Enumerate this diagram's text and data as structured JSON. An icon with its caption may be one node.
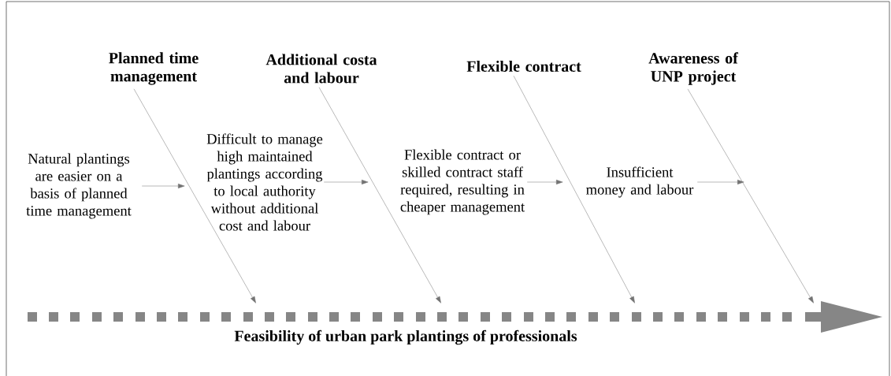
{
  "diagram": {
    "nodes": [
      {
        "text": [
          "Planned time management"
        ]
      },
      {
        "text": [
          "Additional costa and labour"
        ]
      },
      {
        "text": [
          "Flexible contract"
        ]
      },
      {
        "text": [
          "Awareness of UNP project"
        ]
      },
      {
        "text": [
          "Natural plantings are easier on a basis of planned time management"
        ]
      },
      {
        "text": [
          "Difficult to manage high maintained plantings according to local authority without additional cost and labour"
        ]
      },
      {
        "text": [
          "Flexible contract or skilled contract staff required, resulting in cheaper management"
        ]
      },
      {
        "text": [
          "Insufficient money and labour"
        ]
      }
    ],
    "edges": [
      {
        "from": 0,
        "to": null,
        "arrow": "to"
      },
      {
        "from": 1,
        "to": null,
        "arrow": "to"
      },
      {
        "from": 2,
        "to": null,
        "arrow": "to"
      },
      {
        "from": 3,
        "to": null,
        "arrow": "to"
      },
      {
        "from": 4,
        "to": null,
        "arrow": "to"
      },
      {
        "from": 5,
        "to": null,
        "arrow": "to"
      },
      {
        "from": 6,
        "to": null,
        "arrow": "to"
      },
      {
        "from": 7,
        "to": null,
        "arrow": "to"
      }
    ],
    "labels": [
      "Feasibility of urban park plantings of professionals"
    ]
  }
}
